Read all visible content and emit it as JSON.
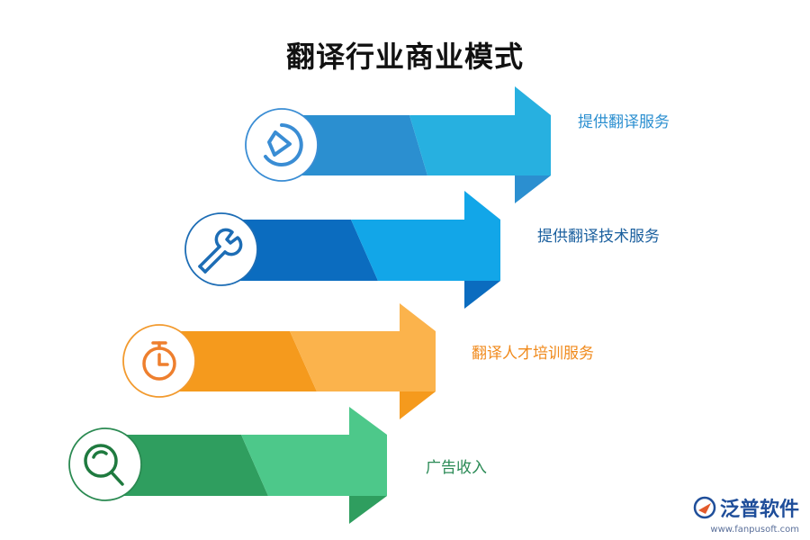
{
  "title": "翻译行业商业模式",
  "items": [
    {
      "label": "提供翻译服务",
      "icon": "pie-chart-icon",
      "dark_color": "#2b8fd0",
      "light_color": "#27b0e0",
      "text_color": "#2b8fd0"
    },
    {
      "label": "提供翻译技术服务",
      "icon": "wrench-icon",
      "dark_color": "#0b6cbf",
      "light_color": "#12a6e8",
      "text_color": "#1a5f9e"
    },
    {
      "label": "翻译人才培训服务",
      "icon": "stopwatch-icon",
      "dark_color": "#f59a1d",
      "light_color": "#fbb34c",
      "text_color": "#f08a1c"
    },
    {
      "label": "广告收入",
      "icon": "search-icon",
      "dark_color": "#2f9e5f",
      "light_color": "#4dc88a",
      "text_color": "#2a8a55"
    }
  ],
  "watermark": {
    "brand": "泛普软件",
    "url": "www.fanpusoft.com"
  }
}
